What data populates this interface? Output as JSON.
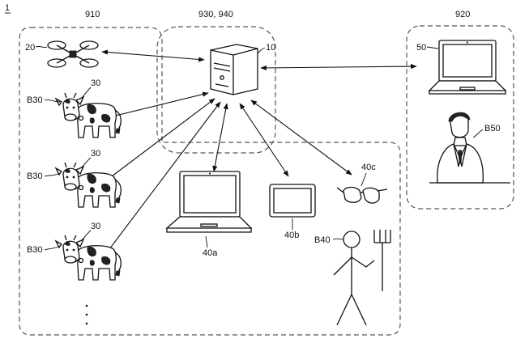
{
  "figure_number": "1",
  "regions": {
    "farm": "910",
    "server_area": "930, 940",
    "remote": "920"
  },
  "devices": {
    "drone": "20",
    "server": "10",
    "remote_laptop": "50",
    "laptop": "40a",
    "tablet": "40b",
    "glasses": "40c"
  },
  "cows": [
    {
      "tag": "30",
      "label": "B30"
    },
    {
      "tag": "30",
      "label": "B30"
    },
    {
      "tag": "30",
      "label": "B30"
    }
  ],
  "people": {
    "remote_person": "B50",
    "farmer": "B40"
  }
}
